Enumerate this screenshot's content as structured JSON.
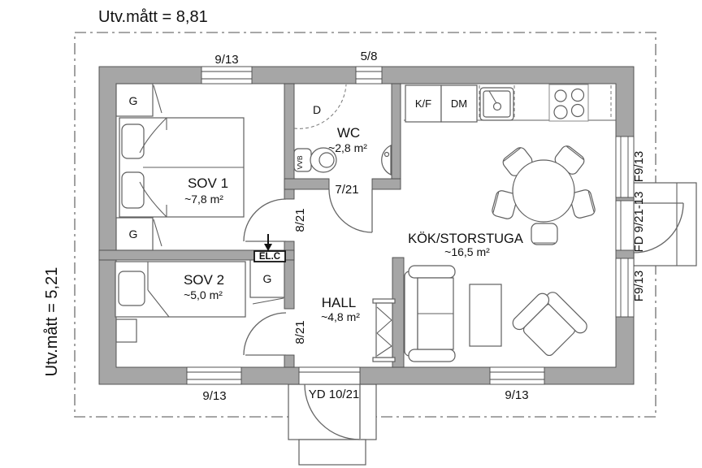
{
  "dimensions": {
    "width_label": "Utv.mått = 8,81",
    "height_label": "Utv.mått = 5,21"
  },
  "rooms": [
    {
      "name": "SOV 1",
      "area": "~7,8 m²"
    },
    {
      "name": "SOV 2",
      "area": "~5,0 m²"
    },
    {
      "name": "WC",
      "area": "~2,8 m²"
    },
    {
      "name": "HALL",
      "area": "~4,8 m²"
    },
    {
      "name": "KÖK/STORSTUGA",
      "area": "~16,5 m²"
    }
  ],
  "openings": {
    "window_top": "9/13",
    "window_small": "5/8",
    "window_bottom_left": "9/13",
    "window_bottom_right": "9/13",
    "window_right_upper": "F9/13",
    "window_right_lower": "F9/13",
    "french_door": "FD 9/21-13",
    "entry_door": "YD 10/21",
    "wc_door": "7/21",
    "sov1_door": "8/21",
    "sov2_door": "8/21"
  },
  "labels": {
    "wardrobe": "G",
    "shower": "D",
    "fridge_freezer": "K/F",
    "dishwasher": "DM",
    "water_heater": "VVB",
    "electrical_cabinet": "EL.C"
  },
  "colors": {
    "wall": "#a6a6a6",
    "outline": "#4a4a4a",
    "furniture_line": "#5f5f5f",
    "text": "#111111",
    "boundary": "#8a8a8a"
  }
}
